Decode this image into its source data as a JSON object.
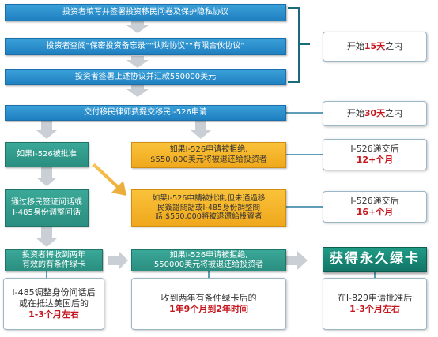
{
  "steps": {
    "step1": "投资者填写并签署投资移民问卷及保护隐私协议",
    "step2": "投资者查阅“保密投资备忘录”“认购协议”“有限合伙协议”",
    "step3": "投资者签署上述协议并汇款550000美元",
    "step4": "交付移民律师费提交移民I-526申请"
  },
  "left_branch": {
    "approved": "如果I-526被批准",
    "interview_line1": "通过移民签证问话或",
    "interview_line2": "I-485身份调整问话",
    "conditional_line1": "投资者将收到两年",
    "conditional_line2": "有效的有条件绿卡"
  },
  "middle_branch": {
    "rejected1_line1": "如果I-526申请被拒绝,",
    "rejected1_line2": "$550,000美元将被退还给投资者",
    "rejected2_line1": "如果I-526申請被批准,但未通過移",
    "rejected2_line2": "民簽證問話或I-485身份調整問",
    "rejected2_line3": "話,$550,000將被退還給投資者",
    "rejected3_line1": "如果I-526申请被拒绝,",
    "rejected3_line2": "550000美元将被退还给投资者"
  },
  "green_card": "获得永久绿卡",
  "timeline": {
    "t1_prefix": "开始",
    "t1_highlight": "15天",
    "t1_suffix": "之内",
    "t2_prefix": "开始",
    "t2_highlight": "30天",
    "t2_suffix": "之内",
    "t3_line1": "I-526递交后",
    "t3_highlight": "12+个月",
    "t4_line1": "I-526递交后",
    "t4_highlight": "16+个月"
  },
  "bottom": {
    "b1_line1": "I-485调整身份问话后",
    "b1_line2": "或在抵达美国后的",
    "b1_highlight": "1-3个月左右",
    "b2_line1": "收到两年有条件绿卡后的",
    "b2_highlight": "1年9个月到2年时间",
    "b3_line1": "在I-829申请批准后",
    "b3_highlight": "1-3个月左右"
  },
  "colors": {
    "blue": "#2a8ccc",
    "teal": "#2f9a8a",
    "orange": "#f4b22a",
    "green_card": "#167e6e",
    "highlight_red": "#c4161c"
  }
}
